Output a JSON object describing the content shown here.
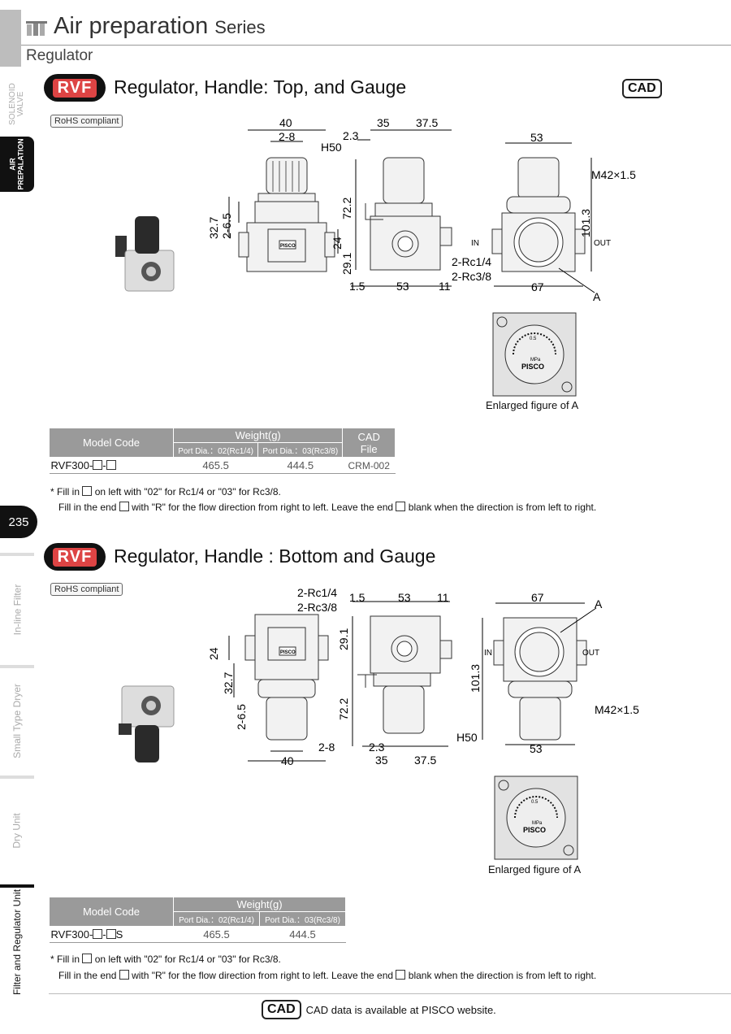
{
  "header": {
    "title": "Air preparation",
    "title_suffix": "Series",
    "subtitle": "Regulator"
  },
  "side_tabs": {
    "solenoid": "SOLENOID VALVE",
    "air_prep_line1": "AIR",
    "air_prep_line2": "PREPALATION",
    "page_number": "235",
    "inline_filter": "In-line Filter",
    "small_dryer": "Small Type Dryer",
    "dry_unit": "Dry Unit",
    "filter_regulator": "Filter and Regulator Unit"
  },
  "section1": {
    "badge": "RVF",
    "title": "Regulator, Handle: Top, and Gauge",
    "rohs": "RoHS compliant",
    "cad": "CAD",
    "dims_front": {
      "w40": "40",
      "w2_8": "2-8",
      "h32_7": "32.7",
      "h2_6_5": "2-6.5",
      "h24": "24",
      "brand": "PISCO"
    },
    "dims_side": {
      "d35": "35",
      "d37_5": "37.5",
      "d2_3": "2.3",
      "h50": "H50",
      "h72_2": "72.2",
      "h29_1": "29.1",
      "d1_5": "1.5",
      "d53": "53",
      "d11": "11",
      "port1": "2-Rc1/4",
      "port2": "2-Rc3/8"
    },
    "dims_rear": {
      "w53": "53",
      "m42": "M42×1.5",
      "h101_3": "101.3",
      "in": "IN",
      "out": "OUT",
      "w67": "67",
      "a": "A"
    },
    "gauge": {
      "top": "0.5",
      "unit": "MPa",
      "brand": "PISCO"
    },
    "caption": "Enlarged figure of A",
    "table": {
      "col_model": "Model Code",
      "col_weight": "Weight(g)",
      "col_cad_1": "CAD",
      "col_cad_2": "File",
      "sub1": "Port Dia.：02(Rc1/4)",
      "sub2": "Port Dia.：03(Rc3/8)",
      "model_prefix": "RVF300-",
      "model_dash": "-",
      "w1": "465.5",
      "w2": "444.5",
      "cad_file": "CRM-002"
    },
    "note1_a": "* Fill in",
    "note1_b": "on left with \"02\" for Rc1/4 or \"03\" for Rc3/8.",
    "note2_a": "Fill in the end",
    "note2_b": "with \"R\" for the flow direction from right to left.  Leave the end",
    "note2_c": "blank when the direction is from left to right."
  },
  "section2": {
    "badge": "RVF",
    "title": "Regulator, Handle : Bottom and Gauge",
    "rohs": "RoHS compliant",
    "dims_front": {
      "w40": "40",
      "w2_8": "2-8",
      "h24": "24",
      "h32_7": "32.7",
      "h2_6_5": "2-6.5",
      "brand": "PISCO"
    },
    "dims_side": {
      "port1": "2-Rc1/4",
      "port2": "2-Rc3/8",
      "d1_5": "1.5",
      "d53": "53",
      "d11": "11",
      "h29_1": "29.1",
      "h72_2": "72.2",
      "h50": "H50",
      "d2_3": "2.3",
      "d35": "35",
      "d37_5": "37.5"
    },
    "dims_rear": {
      "w67": "67",
      "a": "A",
      "h101_3": "101.3",
      "in": "IN",
      "out": "OUT",
      "m42": "M42×1.5",
      "w53": "53"
    },
    "gauge": {
      "top": "0.5",
      "unit": "MPa",
      "brand": "PISCO"
    },
    "caption": "Enlarged figure of A",
    "table": {
      "col_model": "Model Code",
      "col_weight": "Weight(g)",
      "sub1": "Port Dia.：02(Rc1/4)",
      "sub2": "Port Dia.：03(Rc3/8)",
      "model_prefix": "RVF300-",
      "model_dash": "-",
      "model_suffix": "S",
      "w1": "465.5",
      "w2": "444.5"
    },
    "note1_a": "* Fill in",
    "note1_b": "on left with \"02\" for Rc1/4 or \"03\" for Rc3/8.",
    "note2_a": "Fill in the end",
    "note2_b": "with \"R\" for the flow direction from right to left. Leave the end",
    "note2_c": "blank when the direction is from left to right."
  },
  "footer": {
    "cad": "CAD",
    "text": "CAD data is available at PISCO website."
  }
}
